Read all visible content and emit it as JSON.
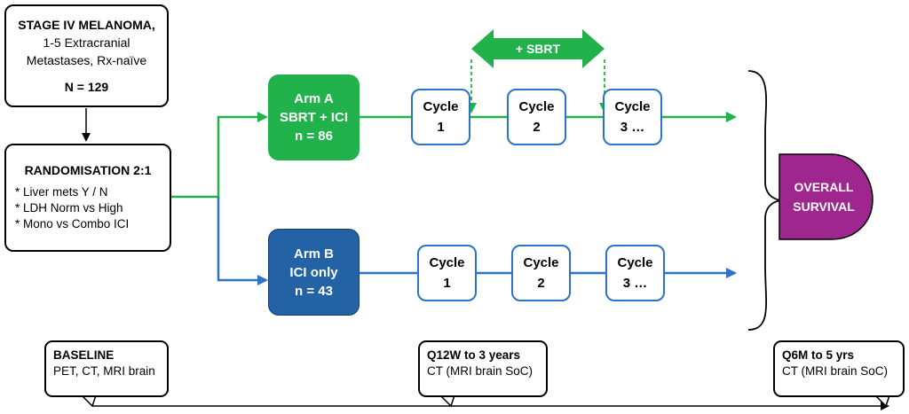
{
  "population": {
    "title": "STAGE IV MELANOMA,",
    "line2": "1-5 Extracranial",
    "line3": "Metastases, Rx-naïve",
    "n": "N = 129"
  },
  "randomisation": {
    "title": "RANDOMISATION 2:1",
    "stratifiers": [
      "* Liver mets Y / N",
      "* LDH Norm vs High",
      "* Mono vs Combo ICI"
    ]
  },
  "arm_a": {
    "line1": "Arm A",
    "line2": "SBRT + ICI",
    "line3": "n = 86"
  },
  "arm_b": {
    "line1": "Arm B",
    "line2": "ICI only",
    "line3": "n = 43"
  },
  "sbrt_label": "+ SBRT",
  "cycles_a": [
    {
      "label": "Cycle",
      "num": "1"
    },
    {
      "label": "Cycle",
      "num": "2"
    },
    {
      "label": "Cycle",
      "num": "3 …"
    }
  ],
  "cycles_b": [
    {
      "label": "Cycle",
      "num": "1"
    },
    {
      "label": "Cycle",
      "num": "2"
    },
    {
      "label": "Cycle",
      "num": "3 …"
    }
  ],
  "outcome": {
    "line1": "OVERALL",
    "line2": "SURVIVAL"
  },
  "timeline": [
    {
      "title": "BASELINE",
      "detail": "PET, CT, MRI brain"
    },
    {
      "title": "Q12W to 3 years",
      "detail": "CT (MRI brain SoC)"
    },
    {
      "title": "Q6M to 5 yrs",
      "detail": "CT (MRI brain SoC)"
    }
  ],
  "colors": {
    "green": "#21b24b",
    "blue": "#2b72c8",
    "arm_b_fill": "#2462a6",
    "purple": "#a0268f"
  }
}
